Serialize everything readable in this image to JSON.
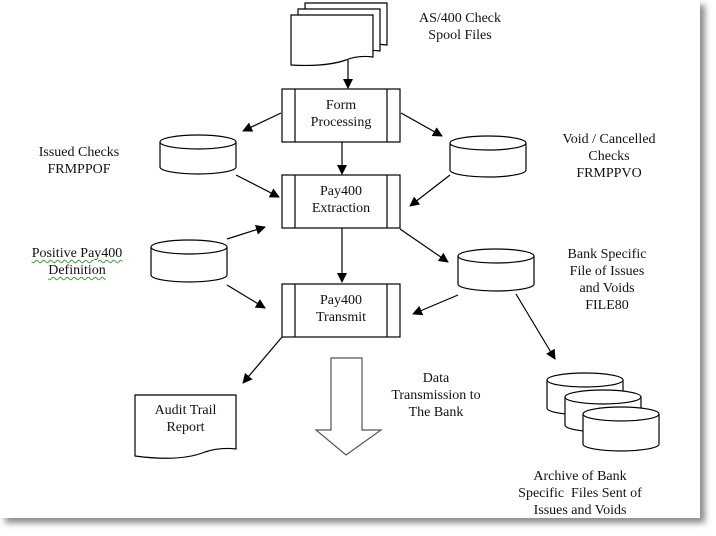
{
  "diagram": {
    "nodes": {
      "spool_files": {
        "label_lines": [
          "AS/400 Check",
          "Spool Files"
        ]
      },
      "form_processing": {
        "label_lines": [
          "Form",
          "Processing"
        ]
      },
      "issued_checks": {
        "label_lines": [
          "Issued Checks",
          "FRMPPOF"
        ]
      },
      "void_checks": {
        "label_lines": [
          "Void / Cancelled",
          "Checks",
          "FRMPPVO"
        ]
      },
      "pay400_extraction": {
        "label_lines": [
          "Pay400",
          "Extraction"
        ]
      },
      "positive_pay_def": {
        "label_lines": [
          "Positive Pay400",
          "Definition"
        ]
      },
      "bank_file": {
        "label_lines": [
          "Bank Specific",
          "File of Issues",
          "and Voids",
          "FILE80"
        ]
      },
      "pay400_transmit": {
        "label_lines": [
          "Pay400",
          "Transmit"
        ]
      },
      "audit_report": {
        "label_lines": [
          "Audit Trail",
          "Report"
        ]
      },
      "data_transmission": {
        "label_lines": [
          "Data",
          "Transmission to",
          "The Bank"
        ]
      },
      "archive": {
        "label_lines": [
          "Archive of Bank",
          "Specific  Files Sent of",
          "Issues and Voids"
        ]
      }
    },
    "edges": [
      {
        "from": "spool_files",
        "to": "form_processing"
      },
      {
        "from": "form_processing",
        "to": "issued_checks"
      },
      {
        "from": "form_processing",
        "to": "void_checks"
      },
      {
        "from": "form_processing",
        "to": "pay400_extraction"
      },
      {
        "from": "issued_checks",
        "to": "pay400_extraction"
      },
      {
        "from": "void_checks",
        "to": "pay400_extraction"
      },
      {
        "from": "positive_pay_def",
        "to": "pay400_extraction"
      },
      {
        "from": "positive_pay_def",
        "to": "pay400_transmit"
      },
      {
        "from": "pay400_extraction",
        "to": "pay400_transmit"
      },
      {
        "from": "pay400_extraction",
        "to": "bank_file"
      },
      {
        "from": "bank_file",
        "to": "pay400_transmit"
      },
      {
        "from": "bank_file",
        "to": "archive"
      },
      {
        "from": "pay400_transmit",
        "to": "audit_report"
      }
    ]
  }
}
